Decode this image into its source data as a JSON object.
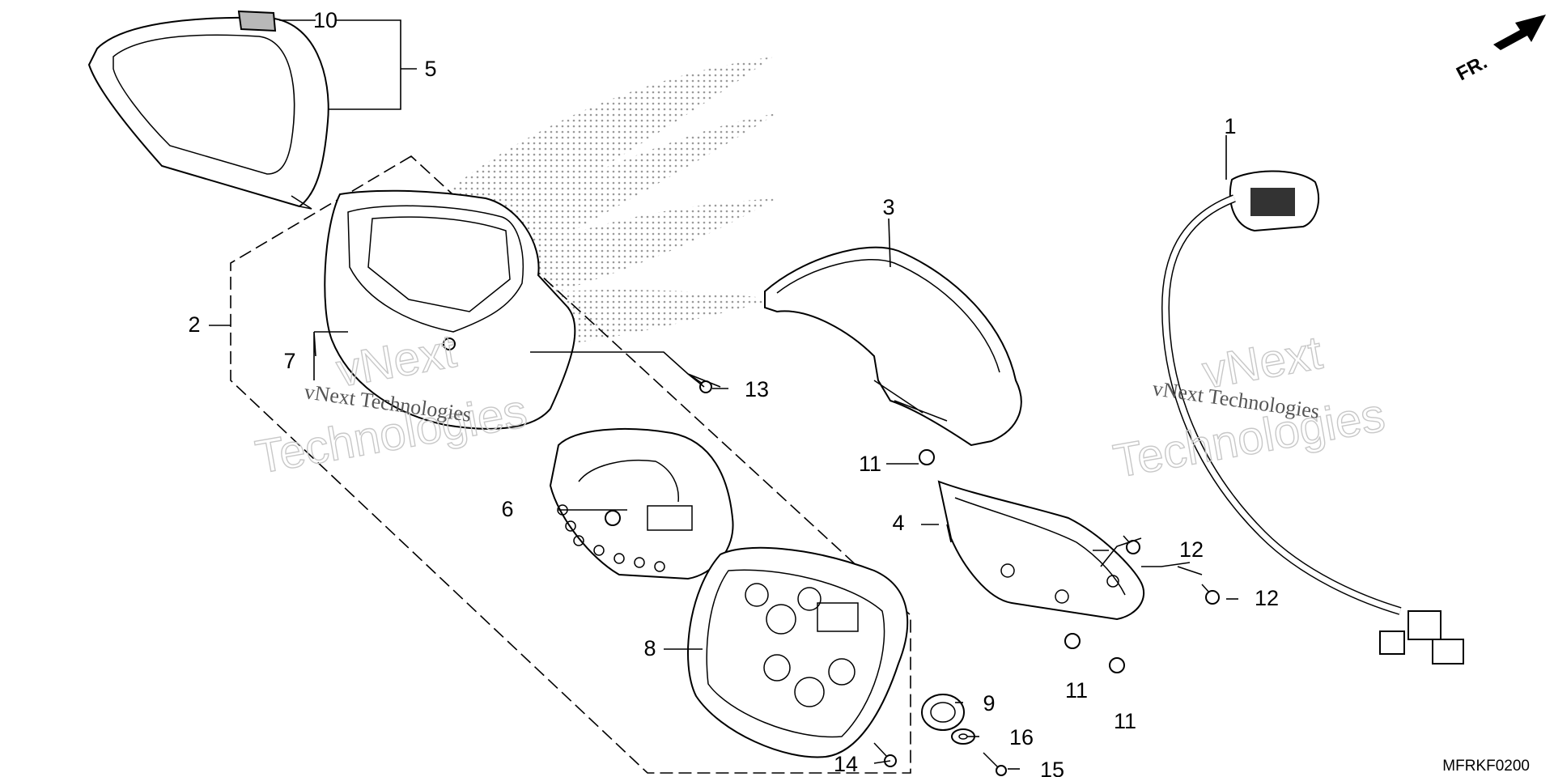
{
  "diagram": {
    "callouts": [
      {
        "id": "c1",
        "label": "1"
      },
      {
        "id": "c2",
        "label": "2"
      },
      {
        "id": "c3",
        "label": "3"
      },
      {
        "id": "c4",
        "label": "4"
      },
      {
        "id": "c5",
        "label": "5"
      },
      {
        "id": "c6",
        "label": "6"
      },
      {
        "id": "c7",
        "label": "7"
      },
      {
        "id": "c8",
        "label": "8"
      },
      {
        "id": "c9",
        "label": "9"
      },
      {
        "id": "c10",
        "label": "10"
      },
      {
        "id": "c11a",
        "label": "11"
      },
      {
        "id": "c11b",
        "label": "11"
      },
      {
        "id": "c11c",
        "label": "11"
      },
      {
        "id": "c12a",
        "label": "12"
      },
      {
        "id": "c12b",
        "label": "12"
      },
      {
        "id": "c13",
        "label": "13"
      },
      {
        "id": "c14",
        "label": "14"
      },
      {
        "id": "c15",
        "label": "15"
      },
      {
        "id": "c16",
        "label": "16"
      }
    ],
    "direction_label": "FR.",
    "diagram_code": "MFRKF0200",
    "watermarks": [
      {
        "line1": "vNext",
        "line2": "Technologies",
        "caption": "vNext Technologies"
      },
      {
        "line1": "vNext",
        "line2": "Technologies",
        "caption": "vNext Technologies"
      }
    ]
  }
}
